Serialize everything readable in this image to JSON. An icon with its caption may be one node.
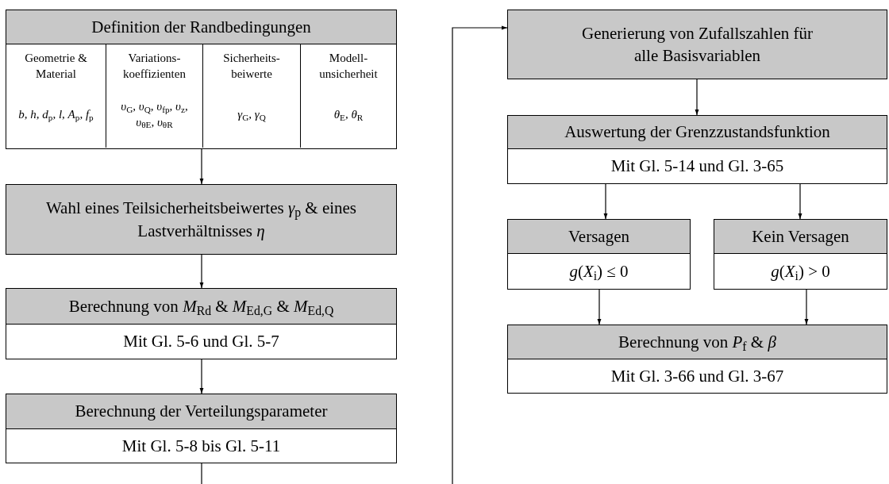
{
  "diagram": {
    "nodes": [
      {
        "text": [
          "Definition der Randbedingungen"
        ]
      },
      {
        "text": [
          "Geometrie & Material",
          "*b*, *h*, *d*$_{p}$, *l*, *A*$_{p}$, *f*$_{p}$"
        ],
        "in": 0
      },
      {
        "text": [
          "Variations- koeffizienten",
          "*υ*$_{G}$, *υ*$_{Q}$, *υ*$_{fp}$, *υ*$_{z}$, *υ*$_{θE}$, *υ*$_{θR}$"
        ],
        "in": 0
      },
      {
        "text": [
          "Sicherheits- beiwerte",
          "*γ*$_{G}$, *γ*$_{Q}$"
        ],
        "in": 0
      },
      {
        "text": [
          "Modell- unsicherheit",
          "*θ*$_{E}$, *θ*$_{R}$"
        ],
        "in": 0
      },
      {
        "text": [
          "Wahl eines Teilsicherheitsbeiwertes *γ*$_{p}$ & eines Lastverhältnisses *η*"
        ]
      },
      {
        "text": [
          "Berechnung von *M*$_{Rd}$ & *M*$_{Ed,G}$ & *M*$_{Ed,Q}$",
          "Mit Gl. 5-6 und Gl. 5-7"
        ]
      },
      {
        "text": [
          "Berechnung der Verteilungsparameter",
          "Mit Gl. 5-8 bis Gl. 5-11"
        ]
      },
      {
        "text": [
          "Generierung von Zufallszahlen für alle Basisvariablen"
        ]
      },
      {
        "text": [
          "Auswertung der Grenzzustandsfunktion",
          "Mit Gl. 5-14 und Gl. 3-65"
        ]
      },
      {
        "text": [
          "Versagen",
          "*g*(*X*$_{i}$) ≤ 0"
        ]
      },
      {
        "text": [
          "Kein Versagen",
          "*g*(*X*$_{i}$) > 0"
        ]
      },
      {
        "text": [
          "Berechnung von *P*$_{f}$ & *β*",
          "Mit Gl. 3-66 und Gl. 3-67"
        ]
      }
    ],
    "edges": [
      {
        "from": 0,
        "to": 5,
        "arrow": "to"
      },
      {
        "from": 5,
        "to": 6,
        "arrow": "to"
      },
      {
        "from": 6,
        "to": 7,
        "arrow": "to"
      },
      {
        "from": 7,
        "to": null,
        "arrow": "none"
      },
      {
        "from": null,
        "to": 8,
        "arrow": "to"
      },
      {
        "from": 8,
        "to": 9,
        "arrow": "to"
      },
      {
        "from": 9,
        "to": 10,
        "arrow": "to"
      },
      {
        "from": 9,
        "to": 11,
        "arrow": "to"
      },
      {
        "from": 10,
        "to": 12,
        "arrow": "to"
      },
      {
        "from": 11,
        "to": 12,
        "arrow": "to"
      }
    ]
  }
}
